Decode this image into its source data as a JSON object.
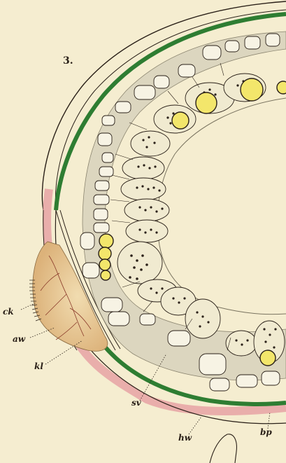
{
  "figure_number": "3.",
  "labels": {
    "ck": "ck",
    "aw": "aw",
    "kl": "kl",
    "sv": "sv",
    "hw": "hw",
    "bp": "bp"
  },
  "colors": {
    "paper": "#f5edd0",
    "outer_green_band": "#2e7d32",
    "pink_band": "#e8a6a6",
    "grey_tissue": "#d8d3bd",
    "yellow_bodies": "#f3e66b",
    "ink": "#2a2018",
    "tan_bulge": "#e6c48c"
  }
}
